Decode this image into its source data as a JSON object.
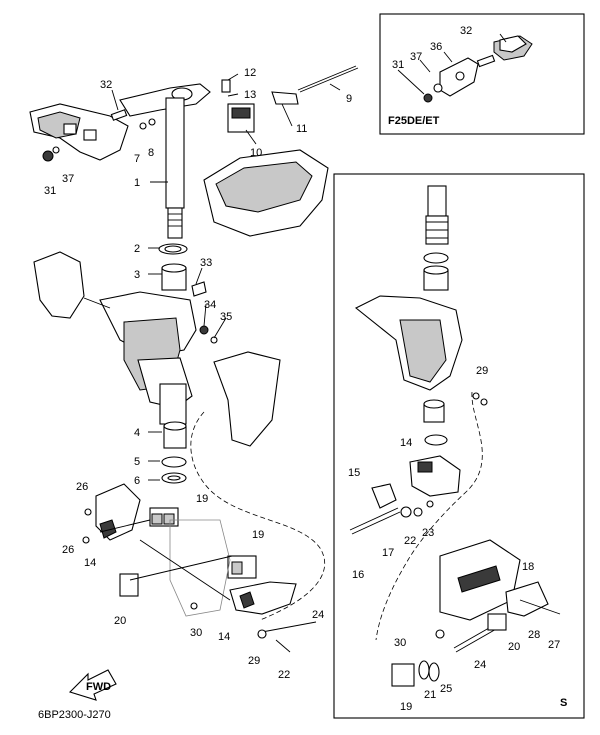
{
  "diagram": {
    "inset_label": "F25DE/ET",
    "variant_label": "S",
    "fwd_label": "FWD",
    "drawing_code": "6BP2300-J270"
  },
  "callouts": [
    {
      "name": "callout-1",
      "text": "1"
    },
    {
      "name": "callout-2",
      "text": "2"
    },
    {
      "name": "callout-3",
      "text": "3"
    },
    {
      "name": "callout-4",
      "text": "4"
    },
    {
      "name": "callout-5",
      "text": "5"
    },
    {
      "name": "callout-6",
      "text": "6"
    },
    {
      "name": "callout-7",
      "text": "7"
    },
    {
      "name": "callout-8",
      "text": "8"
    },
    {
      "name": "callout-9",
      "text": "9"
    },
    {
      "name": "callout-10",
      "text": "10"
    },
    {
      "name": "callout-11",
      "text": "11"
    },
    {
      "name": "callout-12",
      "text": "12"
    },
    {
      "name": "callout-13",
      "text": "13"
    },
    {
      "name": "callout-14-left",
      "text": "14"
    },
    {
      "name": "callout-14-lower",
      "text": "14"
    },
    {
      "name": "callout-14-right",
      "text": "14"
    },
    {
      "name": "callout-15",
      "text": "15"
    },
    {
      "name": "callout-16",
      "text": "16"
    },
    {
      "name": "callout-17",
      "text": "17"
    },
    {
      "name": "callout-18",
      "text": "18"
    },
    {
      "name": "callout-19-a",
      "text": "19"
    },
    {
      "name": "callout-19-b",
      "text": "19"
    },
    {
      "name": "callout-19-right",
      "text": "19"
    },
    {
      "name": "callout-20-left",
      "text": "20"
    },
    {
      "name": "callout-20-right",
      "text": "20"
    },
    {
      "name": "callout-21",
      "text": "21"
    },
    {
      "name": "callout-22-left",
      "text": "22"
    },
    {
      "name": "callout-22-right",
      "text": "22"
    },
    {
      "name": "callout-23",
      "text": "23"
    },
    {
      "name": "callout-24-left",
      "text": "24"
    },
    {
      "name": "callout-24-right",
      "text": "24"
    },
    {
      "name": "callout-25",
      "text": "25"
    },
    {
      "name": "callout-26-a",
      "text": "26"
    },
    {
      "name": "callout-26-b",
      "text": "26"
    },
    {
      "name": "callout-27",
      "text": "27"
    },
    {
      "name": "callout-28",
      "text": "28"
    },
    {
      "name": "callout-29-left",
      "text": "29"
    },
    {
      "name": "callout-29-right",
      "text": "29"
    },
    {
      "name": "callout-30-left",
      "text": "30"
    },
    {
      "name": "callout-30-right",
      "text": "30"
    },
    {
      "name": "callout-31",
      "text": "31"
    },
    {
      "name": "callout-31-inset",
      "text": "31"
    },
    {
      "name": "callout-32",
      "text": "32"
    },
    {
      "name": "callout-32-inset",
      "text": "32"
    },
    {
      "name": "callout-33",
      "text": "33"
    },
    {
      "name": "callout-34",
      "text": "34"
    },
    {
      "name": "callout-35",
      "text": "35"
    },
    {
      "name": "callout-36-inset",
      "text": "36"
    },
    {
      "name": "callout-37",
      "text": "37"
    },
    {
      "name": "callout-37-inset",
      "text": "37"
    }
  ]
}
